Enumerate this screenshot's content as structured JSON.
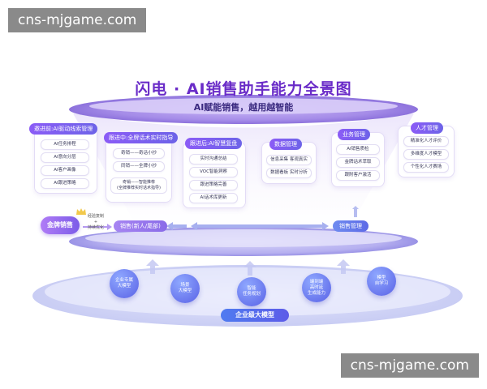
{
  "watermark": "cns-mjgame.com",
  "title": "闪电 · AI销售助手能力全景图",
  "subtitle": "AI赋能销售，越用越智能",
  "cards": [
    {
      "header": "邀进前:AI驱动线索管理",
      "items": [
        "AI任务排程",
        "AI意向分层",
        "AI客户画像",
        "AI跟进策略"
      ]
    },
    {
      "header": "跟进中:全牌话术实时指导",
      "items": [
        "奇销——奇话小抄",
        "同销——全牌小抄"
      ],
      "note": [
        "奇销——智能推荐",
        "(全牌推荐实时话术指导)"
      ]
    },
    {
      "header": "跟进后:AI智慧复盘",
      "items": [
        "实时沟通总结",
        "VOC智能洞察",
        "跟进策略完善",
        "AI话术库更新"
      ]
    },
    {
      "header": "数据管理",
      "items": [
        "信息采集 客观真实",
        "数据看板 实时分析"
      ]
    },
    {
      "header": "业务管理",
      "items": [
        "AI销售质检",
        "金牌话术萃取",
        "跟附客户激活"
      ]
    },
    {
      "header": "人才管理",
      "items": [
        "精准化人才评价",
        "多维度人才模型",
        "个性化人才赛场"
      ]
    }
  ],
  "middle": {
    "gold_sales": "金牌销售",
    "learn_note": [
      "经验复制",
      "+",
      "持续优化"
    ],
    "sales_new": "销售(新人/尾部)",
    "sales_mgmt": "销售管理"
  },
  "models": [
    {
      "lines": [
        "企业专属",
        "大模型"
      ]
    },
    {
      "lines": [
        "场景",
        "大模型"
      ]
    },
    {
      "lines": [
        "智能",
        "任务规划"
      ]
    },
    {
      "lines": [
        "端到端",
        "高时延",
        "生成能力"
      ]
    },
    {
      "lines": [
        "模型",
        "自学习"
      ]
    }
  ],
  "base": "企业级大模型",
  "colors": {
    "accent": "#6a2cc8",
    "header": "#7c5ce8",
    "blue": "#5a62e6",
    "gold": "#f2c94c"
  }
}
